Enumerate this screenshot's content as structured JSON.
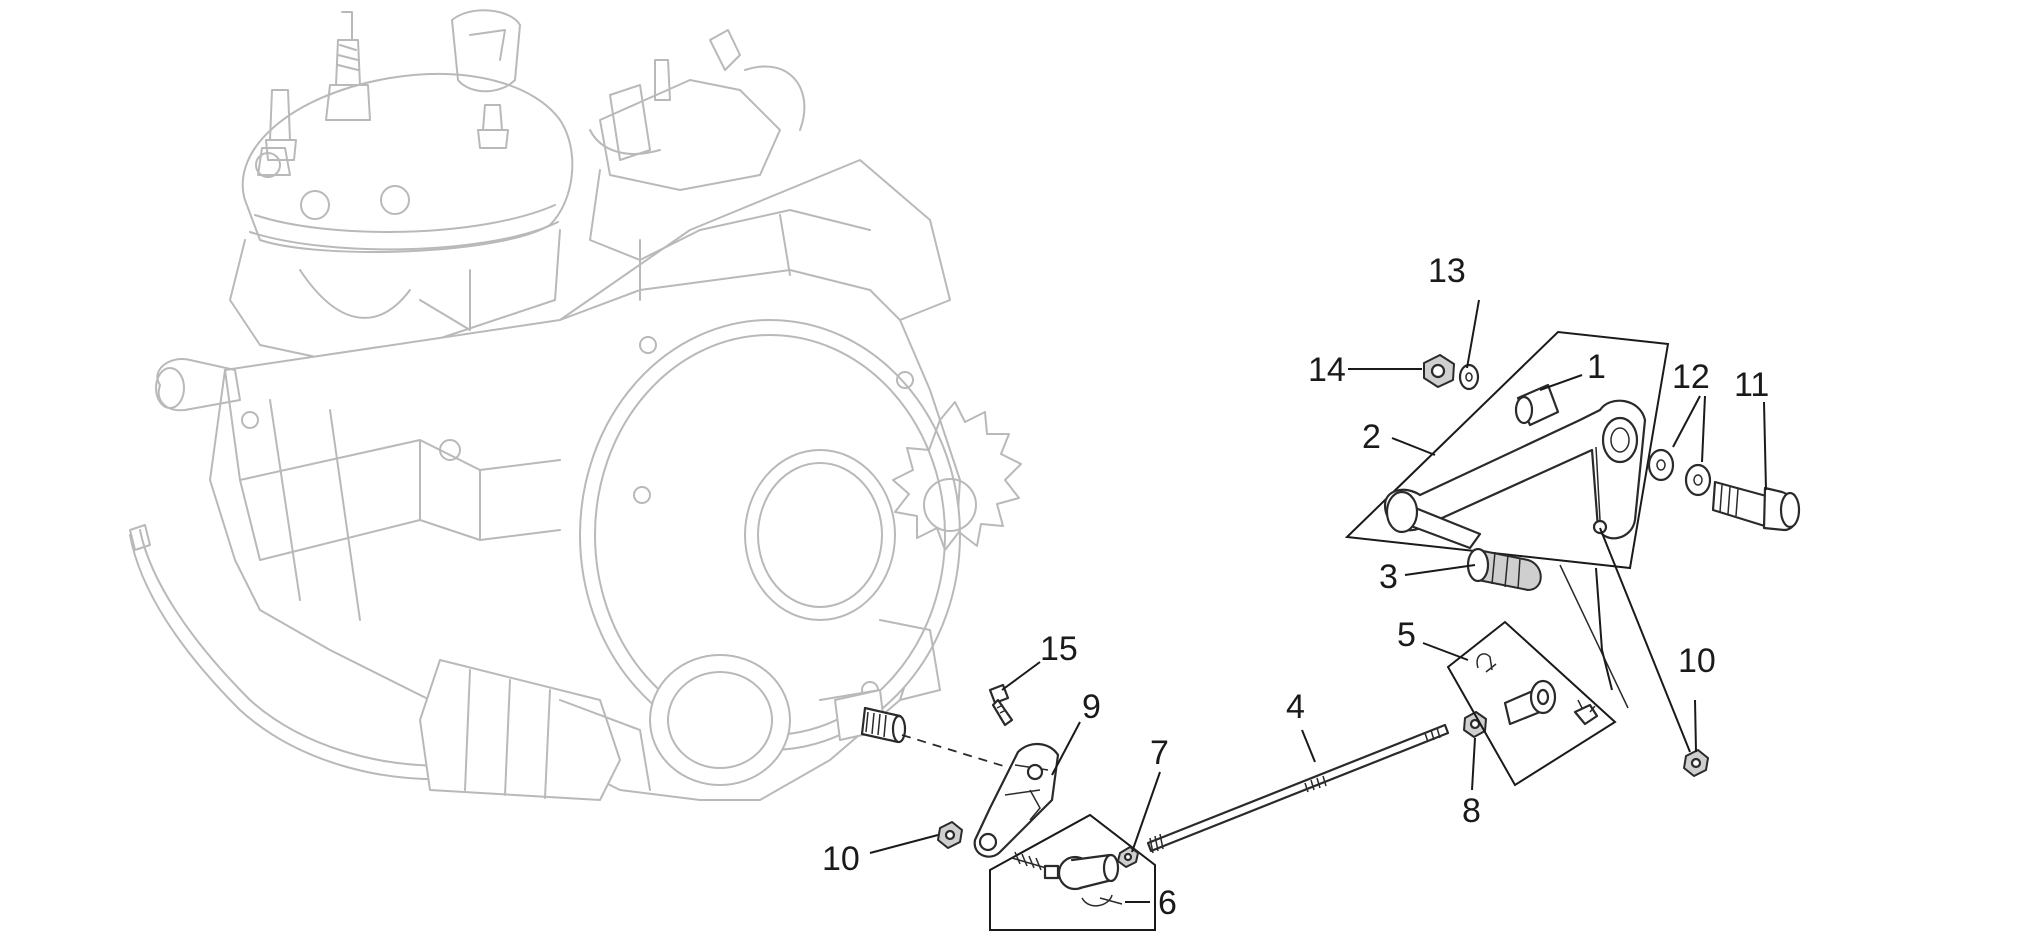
{
  "diagram": {
    "labels": {
      "l1": "1",
      "l2": "2",
      "l3": "3",
      "l4": "4",
      "l5": "5",
      "l6": "6",
      "l7": "7",
      "l8": "8",
      "l9": "9",
      "l10a": "10",
      "l10b": "10",
      "l11": "11",
      "l12": "12",
      "l13": "13",
      "l14": "14",
      "l15": "15"
    },
    "colors": {
      "ink": "#1a1a1a",
      "engine": "#b9b9b9",
      "background": "#ffffff"
    }
  }
}
